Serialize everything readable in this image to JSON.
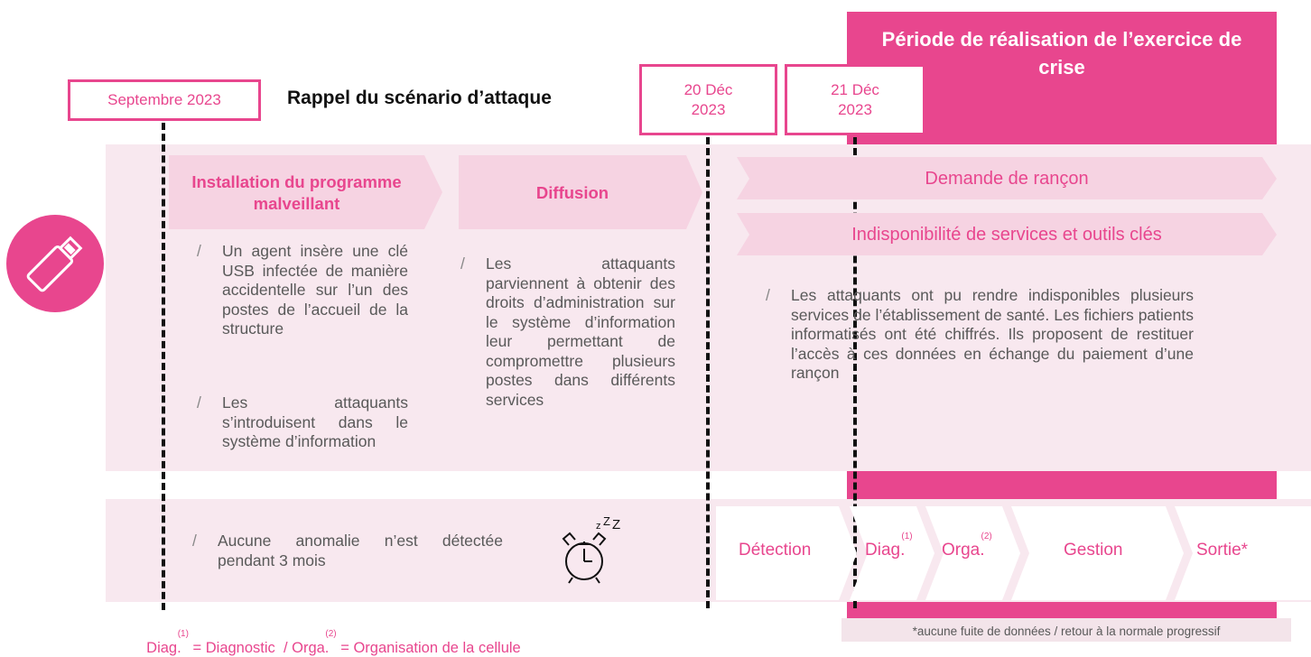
{
  "title": "Rappel du scénario d’attaque",
  "dates": {
    "sep": "Septembre 2023",
    "dec20": "20 Déc 2023",
    "dec21": "21 Déc 2023"
  },
  "exercise_period": "Période de réalisation de l’exercice de crise",
  "phases": {
    "installation": "Installation du programme malveillant",
    "diffusion": "Diffusion",
    "rancon": "Demande de rançon",
    "indispo": "Indisponibilité de services et outils clés"
  },
  "bullets": {
    "install_1": "Un agent insère une clé USB infectée de manière accidentelle sur l’un des postes de l’accueil de la structure",
    "install_2": "Les attaquants s’introduisent dans le système d’information",
    "diffusion_1": "Les attaquants parviennent à obtenir des droits d’administration sur le système d’information leur permettant de compromettre plusieurs postes dans différents services",
    "rancon_1": "Les attaquants ont pu rendre indisponibles plusieurs services de l’établissement de santé. Les fichiers patients informatisés ont été chiffrés. Ils proposent de restituer l’accès à ces données en échange du paiement d’une rançon",
    "no_anomaly": "Aucune anomalie n’est détectée pendant 3 mois"
  },
  "bullet_mark": "/",
  "steps": {
    "detection": "Détection",
    "diag": "Diag.",
    "diag_sup": "(1)",
    "orga": "Orga.",
    "orga_sup": "(2)",
    "gestion": "Gestion",
    "sortie": "Sortie*"
  },
  "footnote_left": {
    "diag": "Diag.",
    "diag_sup": "(1)",
    "diag_def": " = Diagnostic  / ",
    "orga": "Orga.",
    "orga_sup": "(2)",
    "orga_def": " = Organisation de la cellule"
  },
  "footnote_right": "*aucune fuite de données / retour à la normale progressif",
  "icons": [
    "usb-key-icon",
    "sleeping-alarm-clock-icon"
  ],
  "colors": {
    "accent": "#e8468e",
    "panel": "#f8e8ef",
    "arrow": "#f6d3e2"
  }
}
